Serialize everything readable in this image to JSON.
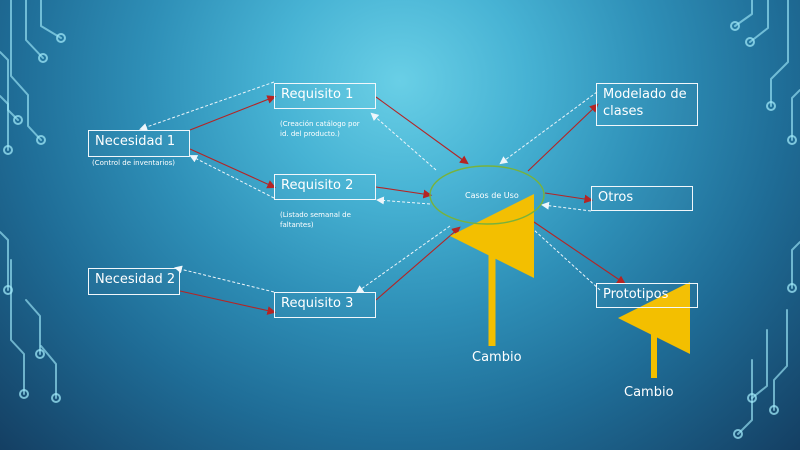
{
  "diagram": {
    "nodes": {
      "necesidad1": {
        "label": "Necesidad 1",
        "note": "(Control de inventarios)"
      },
      "necesidad2": {
        "label": "Necesidad 2"
      },
      "requisito1": {
        "label": "Requisito 1",
        "note_lines": [
          "(Creación catálogo por",
          "id. del producto.)"
        ]
      },
      "requisito2": {
        "label": "Requisito 2",
        "note_lines": [
          "(Listado semanal de",
          "faltantes)"
        ]
      },
      "requisito3": {
        "label": "Requisito 3"
      },
      "casos_de_uso": {
        "label": "Casos de Uso"
      },
      "modelado_clases": {
        "label_lines": [
          "Modelado de",
          "clases"
        ]
      },
      "otros": {
        "label": "Otros"
      },
      "prototipos": {
        "label": "Prototipos"
      }
    },
    "cambio_labels": [
      "Cambio",
      "Cambio"
    ]
  },
  "colors": {
    "solid_arrow": "#b52424",
    "dashed_arrow": "#eef6fb",
    "ellipse_border": "#78b23c",
    "yellow_arrow": "#f3bf00",
    "box_border": "#f1f7fb",
    "text": "#ffffff"
  }
}
